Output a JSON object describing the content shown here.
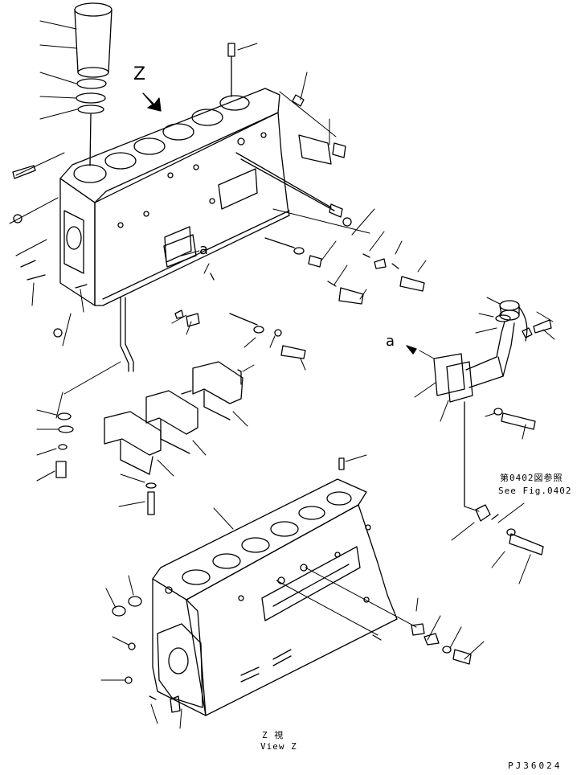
{
  "labels": {
    "view_letter": "Z",
    "detail_a_block": "a",
    "detail_a_pipe": "a"
  },
  "reference": {
    "jp": "第0402図参照",
    "en": "See Fig.0402"
  },
  "view_caption": {
    "jp": "Z 視",
    "en": "View Z"
  },
  "drawing_code": "PJ36024"
}
